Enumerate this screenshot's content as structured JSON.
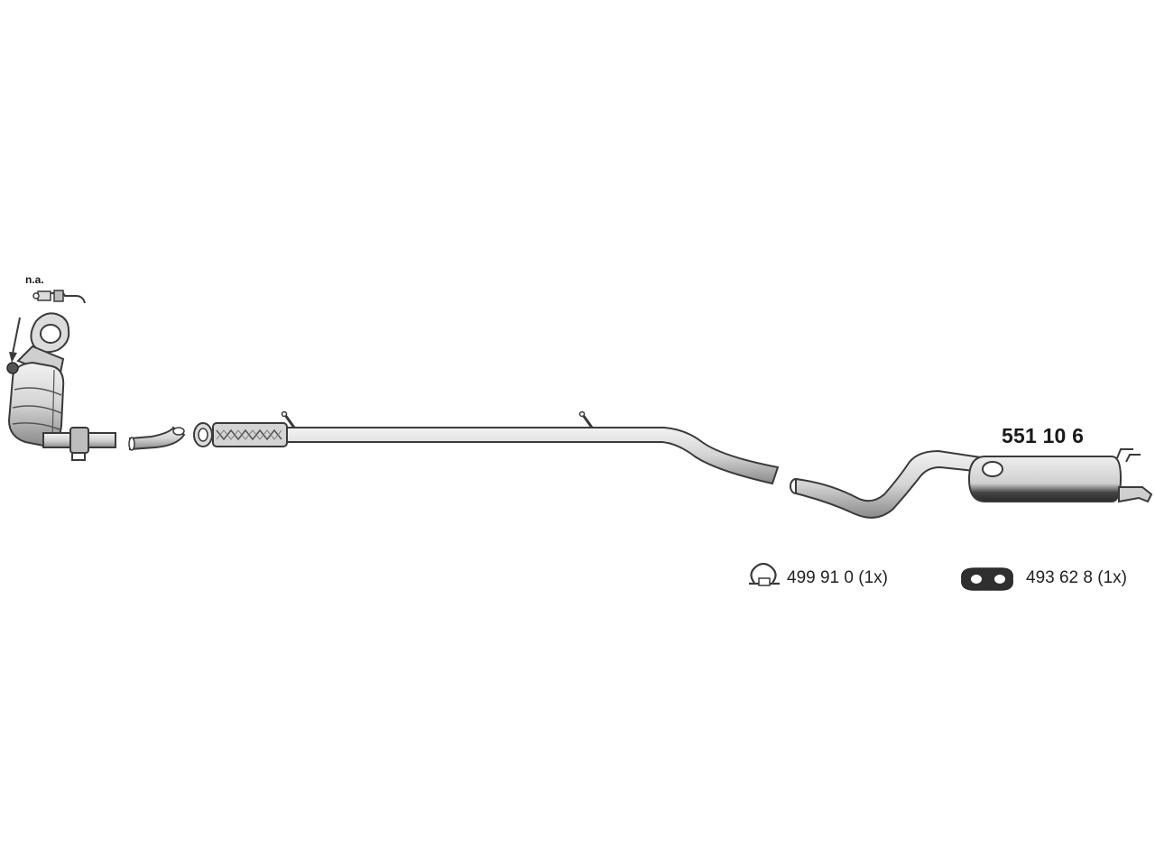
{
  "diagram": {
    "sensor_note": "n.a.",
    "main_part_number": "551 10 6",
    "accessories": [
      {
        "icon": "clamp-icon",
        "part_number": "499 91 0 (1x)"
      },
      {
        "icon": "rubber-hanger-icon",
        "part_number": "493 62 8 (1x)"
      }
    ],
    "colors": {
      "line": "#3a3a3a",
      "fill": "#dcdcdc",
      "shadow": "#555555"
    }
  }
}
